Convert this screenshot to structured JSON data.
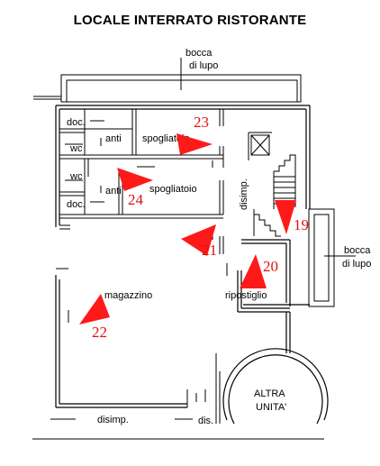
{
  "title": "LOCALE INTERRATO RISTORANTE",
  "colors": {
    "marker": "#ff1a1a",
    "marker_text": "#e01010",
    "lines": "#000000"
  },
  "labels": {
    "bocca_top_1": "bocca",
    "bocca_top_2": "di lupo",
    "doc_1": "doc.",
    "anti_1": "anti",
    "spogliatoio_1": "spogliatoio",
    "wc_1": "wc",
    "wc_2": "wc",
    "anti_2": "anti",
    "spogliatoio_2": "spogliatoio",
    "doc_2": "doc.",
    "disimp_vert": "disimp.",
    "bocca_right_1": "bocca",
    "bocca_right_2": "di lupo",
    "magazzino": "magazzino",
    "ripostiglio": "ripostiglio",
    "altra_1": "ALTRA",
    "altra_2": "UNITA'",
    "disimp_bottom": "disimp.",
    "dis": "dis."
  },
  "markers": [
    {
      "number": "23"
    },
    {
      "number": "24"
    },
    {
      "number": "19"
    },
    {
      "number": "21"
    },
    {
      "number": "20"
    },
    {
      "number": "22"
    }
  ]
}
